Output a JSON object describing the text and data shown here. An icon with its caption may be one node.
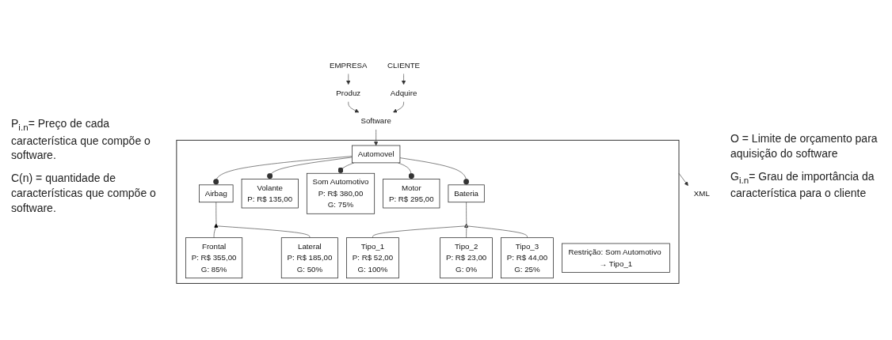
{
  "diagram": {
    "nodes": [
      {
        "text": [
          "EMPRESA"
        ]
      },
      {
        "text": [
          "Produz"
        ]
      },
      {
        "text": [
          "Software"
        ]
      },
      {
        "text": [
          "Adquire"
        ]
      },
      {
        "text": [
          "CLIENTE"
        ]
      },
      {
        "text": [],
        "shape": "bracket"
      },
      {
        "text": [
          "Automovel"
        ],
        "in": 5
      },
      {
        "text": [
          "Airbag"
        ],
        "in": 5
      },
      {
        "text": [
          "Volante",
          "P: R$ 135,00"
        ],
        "in": 5
      },
      {
        "text": [
          "Som Automotivo",
          "P: R$ 380,00",
          "G: 75%"
        ],
        "in": 5
      },
      {
        "text": [
          "Motor",
          "P: R$ 295,00"
        ],
        "in": 5
      },
      {
        "text": [
          "Bateria"
        ],
        "in": 5
      },
      {
        "text": [],
        "shape": "triangle",
        "in": 5
      },
      {
        "text": [],
        "shape": "triangle",
        "in": 5
      },
      {
        "text": [
          "Frontal",
          "P: R$ 355,00",
          "G: 85%"
        ],
        "in": 5
      },
      {
        "text": [
          "Lateral",
          "P: R$ 185,00",
          "G: 50%"
        ],
        "in": 5
      },
      {
        "text": [
          "Tipo_1",
          "P: R$ 52,00",
          "G: 100%"
        ],
        "in": 5
      },
      {
        "text": [
          "Tipo_2",
          "P: R$ 23,00",
          "G: 0%"
        ],
        "in": 5
      },
      {
        "text": [
          "Tipo_3",
          "P: R$ 44,00",
          "G: 25%"
        ],
        "in": 5
      },
      {
        "text": [
          "Restrição: Som Automotivo → Tipo_1"
        ],
        "in": 5
      },
      {
        "text": [
          "XML"
        ]
      }
    ],
    "edges": [
      {
        "from": 0,
        "to": 1,
        "arrow": "to"
      },
      {
        "from": 1,
        "to": 2,
        "arrow": "to"
      },
      {
        "from": 4,
        "to": 3,
        "arrow": "to"
      },
      {
        "from": 3,
        "to": 2,
        "arrow": "to"
      },
      {
        "from": 2,
        "to": 6,
        "arrow": "to"
      },
      {
        "from": 6,
        "to": 7,
        "arrow": "other"
      },
      {
        "from": 6,
        "to": 8,
        "arrow": "other"
      },
      {
        "from": 6,
        "to": 9,
        "arrow": "other"
      },
      {
        "from": 6,
        "to": 10,
        "arrow": "other"
      },
      {
        "from": 6,
        "to": 11,
        "arrow": "other"
      },
      {
        "from": 7,
        "to": 12,
        "arrow": "none"
      },
      {
        "from": 12,
        "to": 14,
        "arrow": "none"
      },
      {
        "from": 12,
        "to": 15,
        "arrow": "none"
      },
      {
        "from": 11,
        "to": 13,
        "arrow": "none"
      },
      {
        "from": 13,
        "to": 16,
        "arrow": "none"
      },
      {
        "from": 13,
        "to": 17,
        "arrow": "none"
      },
      {
        "from": 13,
        "to": 18,
        "arrow": "none"
      },
      {
        "from": 5,
        "to": 20,
        "arrow": "to"
      }
    ],
    "labels": [
      "P$_{i.n}$= Preço de cada característica que compõe o software.",
      "C(n) = quantidade de características que compõe o software.",
      "O = Limite de orçamento para aquisição do software",
      "G$_{i.n}$= Grau de importância da característica para o cliente"
    ]
  }
}
